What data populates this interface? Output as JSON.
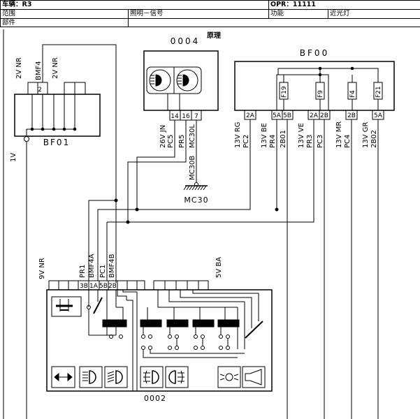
{
  "header": {
    "vehicle_label": "车辆：R3",
    "opr_label": "OPR：11111",
    "scope_label": "范围",
    "scope_value": "照明－信号",
    "function_label": "功能",
    "function_value": "近光灯",
    "parts_label": "部件",
    "principle": "原理"
  },
  "components": {
    "bf01": {
      "name": "BF01",
      "pin": "2",
      "wire_a": "2V NR",
      "wire_b": "BMF4",
      "wire_c": "2V NR",
      "side": "1V"
    },
    "c0004": {
      "name": "0004",
      "pins": [
        "14",
        "16",
        "7"
      ]
    },
    "bf00": {
      "name": "BF00",
      "fuses": [
        "F19",
        "F9",
        "F4",
        "F21"
      ],
      "pins": [
        "2A",
        "5A",
        "5B",
        "2A",
        "2B",
        "2B",
        "5A"
      ]
    },
    "mc30": {
      "name": "MC30",
      "wire": "MC30B"
    },
    "c0002": {
      "name": "0002",
      "pins": [
        "3B",
        "1A",
        "5B",
        "2B"
      ],
      "wire_top_left": "9V NR",
      "wire_top_right": "5V BA"
    }
  },
  "wires_0004": [
    {
      "line1": "26V JN",
      "line2": "PC5"
    },
    {
      "line1": "PR5",
      "line2": ""
    },
    {
      "line1": "MC30L",
      "line2": ""
    }
  ],
  "wires_bf00": [
    {
      "line1": "13V RG",
      "line2": "PC2"
    },
    {
      "line1": "13V BE",
      "line2": "PR4"
    },
    {
      "line1": "2B01",
      "line2": ""
    },
    {
      "line1": "13V VE",
      "line2": "PR3"
    },
    {
      "line1": "PC3",
      "line2": ""
    },
    {
      "line1": "13V MR",
      "line2": "PC4"
    },
    {
      "line1": "13V GR",
      "line2": "2B02"
    }
  ],
  "wires_0002": [
    "PR1",
    "BMF4A",
    "PC1",
    "BMF4B"
  ]
}
